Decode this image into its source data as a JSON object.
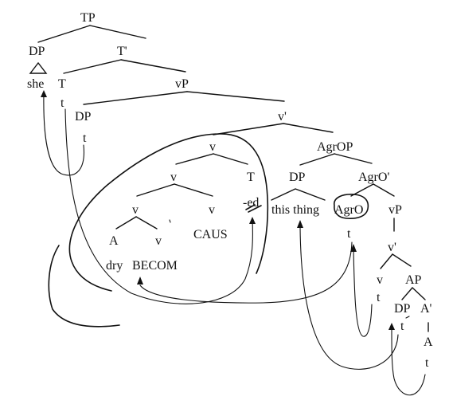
{
  "tree": {
    "nodes": {
      "tp": "TP",
      "dp_subj": "DP",
      "t_bar": "T'",
      "she": "she",
      "t_head": "T",
      "vp_big": "vP",
      "t_in_t": "t",
      "dp_spec_vp": "DP",
      "v_bar": "v'",
      "t_in_dp": "t",
      "v_complex": "v",
      "agrop": "AgrOP",
      "v_inner": "v",
      "t_tense": "T",
      "dp_obj": "DP",
      "agro_bar": "AgrO'",
      "v_low_left": "v",
      "v_caus": "v",
      "ed": "-ed",
      "this_thing": "this thing",
      "agro_head": "AgrO",
      "vp_low": "vP",
      "a_cat": "A",
      "v_become_cat": "v",
      "caus": "CAUS",
      "t_agro": "t",
      "v_bar_low": "v'",
      "dry": "dry",
      "becom": "BECOM",
      "v_head_low": "v",
      "ap": "AP",
      "t_v_low": "t",
      "dp_low": "DP",
      "a_bar": "A'",
      "t_dp_low": "t",
      "a_low": "A",
      "t_a_low": "t"
    }
  }
}
